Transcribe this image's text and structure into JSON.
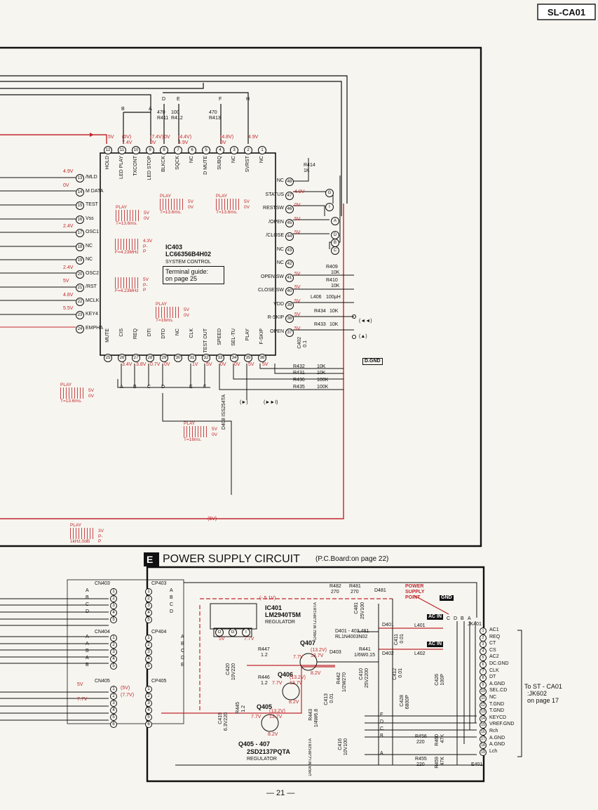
{
  "page": {
    "model_badge": "SL-CA01",
    "page_number": "— 21 —"
  },
  "ic403": {
    "name": "IC403",
    "part": "LC66356B4H02",
    "function": "SYSTEM CONTROL",
    "guide_line1": "Terminal guide:",
    "guide_line2": "on page 25",
    "left_pins": [
      {
        "num": "13",
        "label": "/MLD",
        "volt": "4.9V"
      },
      {
        "num": "14",
        "label": "M DATA",
        "volt": "0V"
      },
      {
        "num": "15",
        "label": "TEST",
        "volt": ""
      },
      {
        "num": "16",
        "label": "Vss",
        "volt": ""
      },
      {
        "num": "17",
        "label": "OSC1",
        "volt": "2.4V"
      },
      {
        "num": "18",
        "label": "NC",
        "volt": ""
      },
      {
        "num": "19",
        "label": "NC",
        "volt": ""
      },
      {
        "num": "20",
        "label": "OSC2",
        "volt": "2.4V"
      },
      {
        "num": "21",
        "label": "/RST",
        "volt": "5V"
      },
      {
        "num": "22",
        "label": "MCLK",
        "volt": "4.8V"
      },
      {
        "num": "23",
        "label": "KEY4",
        "volt": "5.5V"
      },
      {
        "num": "24",
        "label": "EMPHA",
        "volt": ""
      }
    ],
    "right_pins": [
      {
        "num": "48",
        "label": "NC",
        "volt": ""
      },
      {
        "num": "47",
        "label": "STATUS",
        "volt": "4.9V"
      },
      {
        "num": "46",
        "label": "RESTSW",
        "volt": "0V"
      },
      {
        "num": "45",
        "label": "/OPEN",
        "volt": "5V"
      },
      {
        "num": "44",
        "label": "/CLOSE",
        "volt": "5V"
      },
      {
        "num": "43",
        "label": "NC",
        "volt": ""
      },
      {
        "num": "42",
        "label": "NC",
        "volt": ""
      },
      {
        "num": "41",
        "label": "OPEN SW",
        "volt": "5V"
      },
      {
        "num": "40",
        "label": "CLOSE SW",
        "volt": "5V"
      },
      {
        "num": "39",
        "label": "VDD",
        "volt": "5V"
      },
      {
        "num": "38",
        "label": "R-SKIP",
        "volt": "5V"
      },
      {
        "num": "37",
        "label": "OPEN",
        "volt": "5V"
      }
    ],
    "top_pins": [
      {
        "num": "12",
        "label": "HOLD",
        "volt": "5V"
      },
      {
        "num": "11",
        "label": "LED PLAY",
        "volt": "(0V) 7.4V"
      },
      {
        "num": "10",
        "label": "TXCONT",
        "volt": ""
      },
      {
        "num": "9",
        "label": "LED STOP",
        "volt": "(7.4V) 0V"
      },
      {
        "num": "8",
        "label": "BLKCK",
        "volt": "0V"
      },
      {
        "num": "7",
        "label": "SQCK",
        "volt": "(4.4V) 4.9V"
      },
      {
        "num": "6",
        "label": "NC",
        "volt": ""
      },
      {
        "num": "5",
        "label": "D MUTE",
        "volt": ""
      },
      {
        "num": "4",
        "label": "SUBQ",
        "volt": "(4.8V) 0V"
      },
      {
        "num": "3",
        "label": "NC",
        "volt": ""
      },
      {
        "num": "2",
        "label": "SVRST",
        "volt": "4.9V"
      },
      {
        "num": "1",
        "label": "NC",
        "volt": ""
      }
    ],
    "bottom_pins": [
      {
        "num": "25",
        "label": "MUTE",
        "volt": ""
      },
      {
        "num": "26",
        "label": "CIS",
        "volt": "3.4V"
      },
      {
        "num": "27",
        "label": "REQ",
        "volt": "3.8V"
      },
      {
        "num": "28",
        "label": "DTI",
        "volt": "0.7V"
      },
      {
        "num": "29",
        "label": "DTO",
        "volt": "0V"
      },
      {
        "num": "30",
        "label": "NC",
        "volt": ""
      },
      {
        "num": "31",
        "label": "CLK",
        "volt": "1V"
      },
      {
        "num": "32",
        "label": "TEST OUT",
        "volt": "5V"
      },
      {
        "num": "33",
        "label": "SPEED",
        "volt": "0V"
      },
      {
        "num": "34",
        "label": "SEL-TU",
        "volt": "0V"
      },
      {
        "num": "35",
        "label": "PLAY",
        "volt": "5V"
      },
      {
        "num": "36",
        "label": "F-SKIP",
        "volt": "5V"
      }
    ]
  },
  "resistors_top": [
    {
      "name": "R411",
      "value": "470"
    },
    {
      "name": "R412",
      "value": "100"
    },
    {
      "name": "R413",
      "value": "470"
    },
    {
      "name": "R414",
      "value": "1K"
    }
  ],
  "top_letters": [
    "B",
    "A",
    "D",
    "E",
    "F",
    "H"
  ],
  "right_connectors": [
    "G",
    "I",
    "A",
    "D",
    "B",
    "C"
  ],
  "right_components": {
    "r409": "R409",
    "r409v": "10K",
    "r410": "R410",
    "r410v": "10K",
    "l406": "L406",
    "l406v": "100µH",
    "r434": "R434",
    "r434v": "10K",
    "r433": "R433",
    "r433v": "10K",
    "c402": "C402",
    "c402v": "0.1",
    "dgnd": "D.GND",
    "skip_back": "(◄◄)",
    "eject": "(▲)"
  },
  "bottom_resistors": [
    {
      "name": "R432",
      "value": "10K"
    },
    {
      "name": "R431",
      "value": "10K"
    },
    {
      "name": "R436",
      "value": "100K"
    },
    {
      "name": "R435",
      "value": "100K"
    }
  ],
  "bottom_letters": [
    "A",
    "B",
    "C",
    "D",
    "E",
    "F"
  ],
  "d408": "D408 ISS254TA",
  "play_sym": "(►)",
  "ff_sym": "(►►I)",
  "waveforms": [
    {
      "title": "PLAY",
      "hi": "5V",
      "lo": "0V",
      "caption": "T=13.6ms."
    },
    {
      "title": "PLAY",
      "hi": "5V",
      "lo": "0V",
      "caption": "T=13.6ms."
    },
    {
      "title": "PLAY",
      "hi": "5V",
      "lo": "0V",
      "caption": "T=13.6ms."
    },
    {
      "title": "",
      "hi": "4.3V",
      "lo": "P-P",
      "caption": "F=4.23MHz"
    },
    {
      "title": "",
      "hi": "5V",
      "lo": "P-P",
      "caption": "F=4.23MHz"
    },
    {
      "title": "PLAY",
      "hi": "5V",
      "lo": "0V",
      "caption": "T=16ms."
    },
    {
      "title": "PLAY",
      "hi": "5V",
      "lo": "0V",
      "caption": "T=13.6ms."
    },
    {
      "title": "PLAY",
      "hi": "5V",
      "lo": "0V",
      "caption": "T=16ms."
    },
    {
      "title": "PLAY",
      "hi": "3V",
      "lo": "P-P",
      "caption": "1kHz,0dB"
    }
  ],
  "bus_5v": "(5V)",
  "power": {
    "badge": "E",
    "title": "POWER SUPPLY CIRCUIT",
    "subtitle": "(P.C.Board:on page 22)",
    "ic401": "IC401",
    "ic401_part": "LM2940T5M",
    "ic401_func": "REGULATOR",
    "ic401_pins": [
      "O",
      "G",
      "I"
    ],
    "ic401_volt": [
      "5V",
      "",
      "7.7V"
    ],
    "q407": "Q407",
    "q406": "Q406",
    "q405": "Q405",
    "q_part": "Q405 - 407",
    "q_part2": "2SD2137PQTA",
    "q_func": "REGULATOR",
    "q_volts": [
      "7.7V",
      "(13.2V) 13.7V",
      "8.2V",
      "7.7V",
      "(13.2V) 13.7V",
      "8.2V",
      "7.7V",
      "(13.2V) 13.7V",
      "8.2V"
    ],
    "r482": "R482",
    "r482v": "270",
    "r481": "R481",
    "r481v": "270",
    "d481": "D481",
    "d482": "D482 MTZJ8R1BTA",
    "c481": "C481",
    "c481v": "25V100",
    "power_supply_point": "POWER SUPPLY POINT",
    "gnd": "GND",
    "ac_in": "AC IN",
    "d401": "D401",
    "d402": "D402",
    "d403": "D403",
    "d404": "D404 MTZJ8R2BTA",
    "diodes": "D401 - 403,481",
    "diodes2": "RL1N4003N02",
    "l401": "L401",
    "l402": "L402",
    "c411": "C411",
    "c411v": "0.01",
    "r441": "R441",
    "r441v": "1/6W0.15",
    "r447": "R447",
    "r447v": "1.2",
    "r446": "R446",
    "r446v": "1.2",
    "r445": "R445",
    "r445v": "1.2",
    "r442": "R442",
    "r442v": "1/2W270",
    "r443": "R443",
    "r443v": "1/4W6.8",
    "c410": "C410",
    "c410v": "25V2200",
    "c412": "C412",
    "c412v": "0.01",
    "c413": "C413",
    "c413v": "0.01",
    "c416": "C416",
    "c416v": "10V100",
    "c419": "C419",
    "c419v": "6.3V220",
    "c420": "C420",
    "c420v": "10V220",
    "c426": "C426",
    "c426v": "100P",
    "c428": "C428",
    "c428v": "6800P",
    "r456": "R456",
    "r456v": "220",
    "r455": "R455",
    "r455v": "220",
    "r460": "R460",
    "r460v": "47K",
    "r459": "R459",
    "r459v": "47K",
    "e401": "E401",
    "neg51": "(- 5.1V)",
    "jk401": "JK401",
    "jk401_pins": [
      {
        "num": "1",
        "label": "AC1"
      },
      {
        "num": "2",
        "label": "REQ"
      },
      {
        "num": "3",
        "label": "CT"
      },
      {
        "num": "4",
        "label": "CS"
      },
      {
        "num": "5",
        "label": "AC2"
      },
      {
        "num": "6",
        "label": "DC.GND"
      },
      {
        "num": "7",
        "label": "CLK"
      },
      {
        "num": "8",
        "label": "DT"
      },
      {
        "num": "9",
        "label": "A.GND"
      },
      {
        "num": "10",
        "label": "SEL.CD"
      },
      {
        "num": "11",
        "label": "NC"
      },
      {
        "num": "12",
        "label": "T.GND"
      },
      {
        "num": "13",
        "label": "T.GND"
      },
      {
        "num": "14",
        "label": "KEYCD"
      },
      {
        "num": "15",
        "label": "VREF.GND"
      },
      {
        "num": "16",
        "label": "Rch"
      },
      {
        "num": "17",
        "label": "A.GND"
      },
      {
        "num": "18",
        "label": "A.GND"
      },
      {
        "num": "19",
        "label": "Lch"
      }
    ],
    "cdba": [
      "C",
      "D",
      "B",
      "A"
    ],
    "to1": "To ST - CA01",
    "to2": ":JK602",
    "to3": "on page 17",
    "left_letters": [
      "E",
      "D",
      "C",
      "B",
      "A"
    ]
  },
  "connectors": {
    "cn403": "CN403",
    "cp403": "CP403",
    "cn404": "CN404",
    "cp404": "CP404",
    "cn405": "CN405",
    "cp405": "CP405",
    "cn403_rows": [
      {
        "num": "1",
        "label": "A"
      },
      {
        "num": "2",
        "label": "B"
      },
      {
        "num": "3",
        "label": "C"
      },
      {
        "num": "4",
        "label": "D"
      },
      {
        "num": "5",
        "label": ""
      }
    ],
    "cn404_rows": [
      {
        "num": "1",
        "label": "A"
      },
      {
        "num": "2",
        "label": "A"
      },
      {
        "num": "3",
        "label": "B"
      },
      {
        "num": "4",
        "label": "A"
      },
      {
        "num": "5",
        "label": "B"
      }
    ],
    "cp404_rows": [
      "A",
      "B",
      "C",
      "D",
      "E"
    ],
    "cn405_rows": [
      {
        "num": "1",
        "label": "(5V)"
      },
      {
        "num": "2",
        "label": "(7.7V)"
      },
      {
        "num": "3",
        "label": ""
      },
      {
        "num": "4",
        "label": ""
      },
      {
        "num": "5",
        "label": ""
      },
      {
        "num": "6",
        "label": ""
      }
    ],
    "side_5v": "5V",
    "side_77v": "7.7V"
  }
}
